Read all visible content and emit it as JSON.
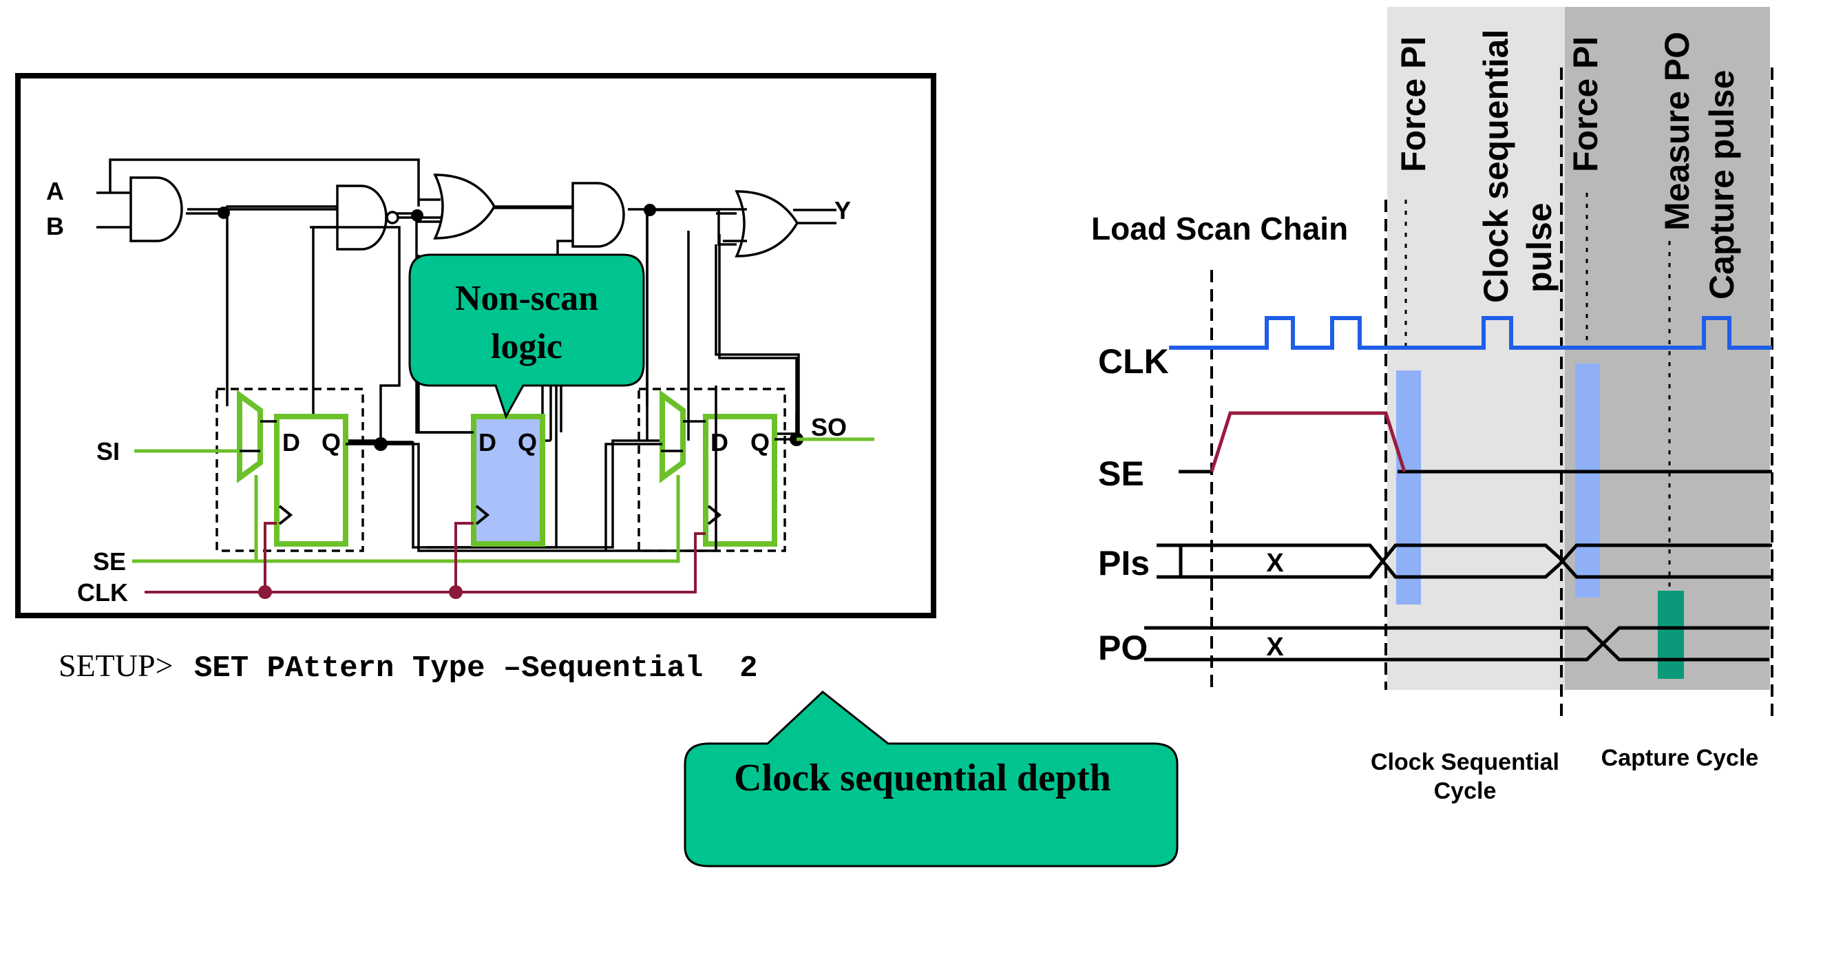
{
  "circuit": {
    "inputs": {
      "a": "A",
      "b": "B"
    },
    "output": "Y",
    "scan_in": "SI",
    "scan_out": "SO",
    "scan_enable": "SE",
    "clock": "CLK",
    "ff_d": "D",
    "ff_q": "Q",
    "callout": {
      "line1": "Non-scan",
      "line2": "logic"
    },
    "colors": {
      "scan_path": "#6cc12a",
      "clock_net": "#8b1a3a",
      "non_scan_ff_fill": "#a9c0fb",
      "callout_fill": "#00c48f"
    }
  },
  "command": {
    "prompt": "SETUP>",
    "text": "SET PAttern Type –Sequential  2"
  },
  "depth_callout": {
    "label": "Clock sequential depth"
  },
  "timing": {
    "load_label": "Load Scan Chain",
    "signals": {
      "clk": "CLK",
      "se": "SE",
      "pis": "PIs",
      "po": "PO"
    },
    "unknown_value": "X",
    "events": {
      "force_pi_1": "Force PI",
      "clock_seq_line1": "Clock sequential",
      "clock_seq_line2": "pulse",
      "force_pi_2": "Force PI",
      "measure_po": "Measure PO",
      "capture_pulse": "Capture pulse"
    },
    "cycles": {
      "clock_seq_line1": "Clock Sequential",
      "clock_seq_line2": "Cycle",
      "capture": "Capture Cycle"
    },
    "colors": {
      "clk_wave": "#1f5ee6",
      "se_wave": "#9b1b3f",
      "force_bar": "#8fb0f7",
      "measure_bar": "#0a9a7a",
      "clock_seq_band": "#e3e3e3",
      "capture_band": "#b9b9b9"
    }
  }
}
